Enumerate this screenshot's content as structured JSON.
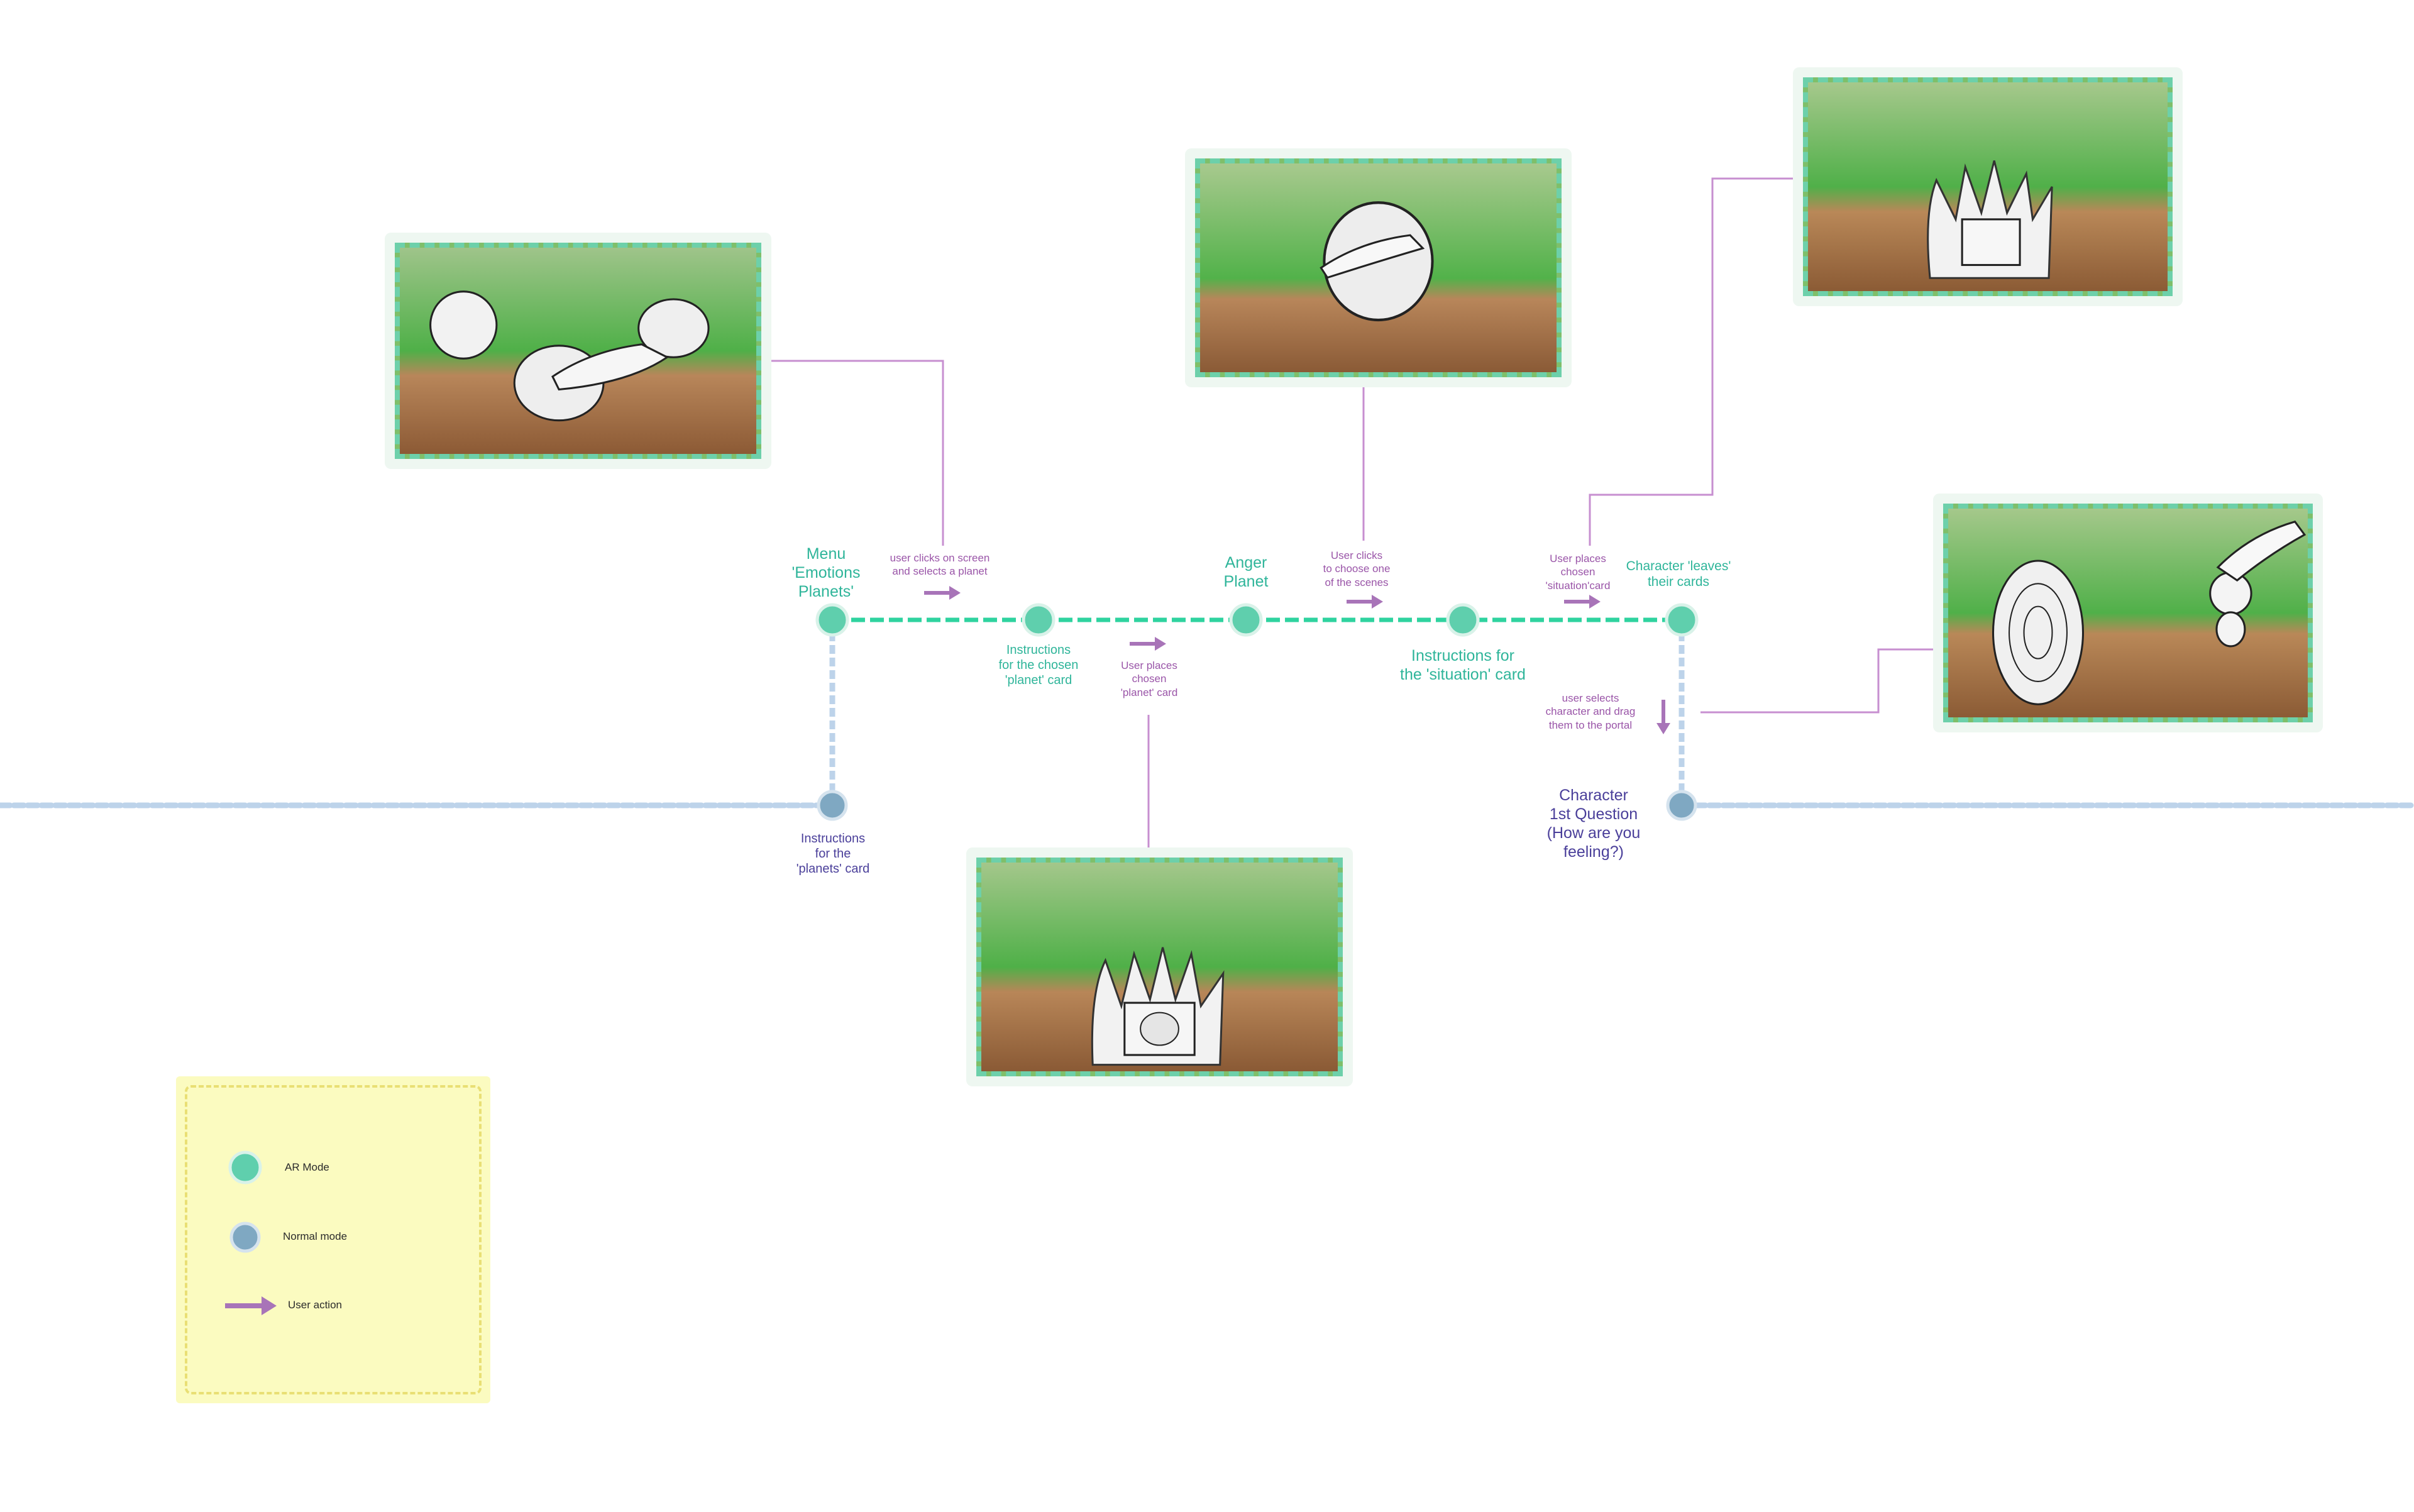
{
  "colors": {
    "ar_node": "#5fcfad",
    "normal_node": "#7fa8c2",
    "ar_path": "#2fd39f",
    "normal_path": "#bdd3ea",
    "user_action": "#a874b8",
    "connector": "#c78fd0",
    "note_background": "#fbfbc0"
  },
  "nodes": {
    "menu": "Menu\n'Emotions\nPlanets'",
    "planets_instructions": "Instructions\nfor the\n'planets' card",
    "chosen_planet_instructions": "Instructions\nfor the chosen\n'planet' card",
    "anger_planet": "Anger\nPlanet",
    "situation_instructions": "Instructions for\nthe 'situation' card",
    "character_leaves": "Character 'leaves'\ntheir cards",
    "character_question": "Character\n1st Question\n(How are you\nfeeling?)"
  },
  "actions": {
    "select_planet": "user clicks on screen\nand selects a planet",
    "place_planet_card": "User places\nchosen\n'planet' card",
    "choose_scene": "User clicks\nto choose one\nof the scenes",
    "place_situation_card": "User places\nchosen\n'situation'card",
    "drag_character": "user selects\ncharacter and drag\nthem to the portal"
  },
  "legend": {
    "ar_mode": "AR Mode",
    "normal_mode": "Normal mode",
    "user_action": "User action"
  },
  "icons": {
    "scene_planet_menu": "planet-selection-sketch-icon",
    "scene_anger_planet": "anger-planet-sketch-icon",
    "scene_situation_card": "situation-card-sketch-icon",
    "scene_planet_card": "planet-card-sketch-icon",
    "scene_portal": "portal-character-sketch-icon"
  }
}
